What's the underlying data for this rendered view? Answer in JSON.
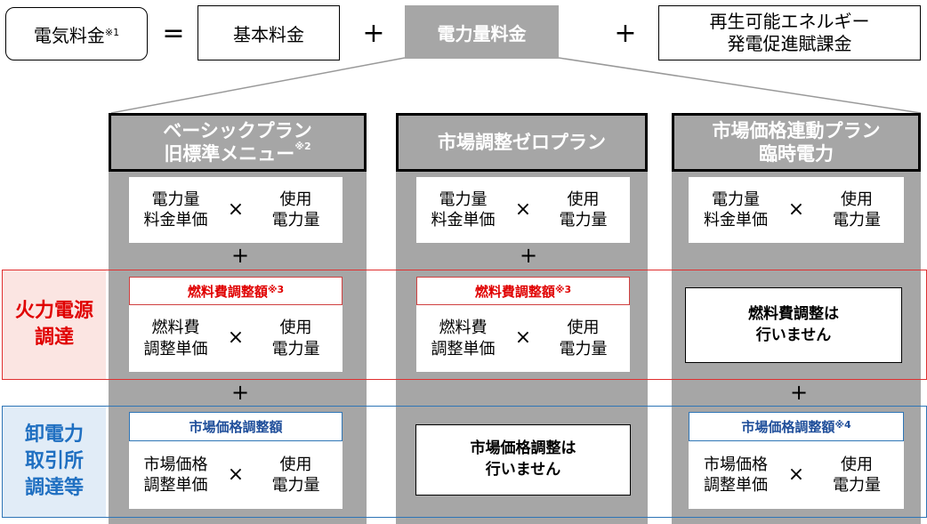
{
  "top": {
    "total": "電気料金",
    "total_sup": "※1",
    "equals": "=",
    "basic": "基本料金",
    "plus1": "+",
    "energy": "電力量料金",
    "plus2": "+",
    "renewable_line1": "再生可能エネルギー",
    "renewable_line2": "発電促進賦課金"
  },
  "rows": {
    "fuel_line1": "火力電源",
    "fuel_line2": "調達",
    "market_line1": "卸電力",
    "market_line2": "取引所",
    "market_line3": "調達等"
  },
  "columns": [
    {
      "title_line1": "ベーシックプラン",
      "title_line2": "旧標準メニュー",
      "title_sup": "※2",
      "formula": {
        "l1": "電力量",
        "l2": "料金単価",
        "x": "×",
        "r1": "使用",
        "r2": "電力量"
      },
      "plus_a": "+",
      "fuel_label": "燃料費調整額",
      "fuel_sup": "※3",
      "fuel_formula": {
        "l1": "燃料費",
        "l2": "調整単価",
        "x": "×",
        "r1": "使用",
        "r2": "電力量"
      },
      "plus_b": "+",
      "market_label": "市場価格調整額",
      "market_formula": {
        "l1": "市場価格",
        "l2": "調整単価",
        "x": "×",
        "r1": "使用",
        "r2": "電力量"
      }
    },
    {
      "title_line1": "市場調整ゼロプラン",
      "formula": {
        "l1": "電力量",
        "l2": "料金単価",
        "x": "×",
        "r1": "使用",
        "r2": "電力量"
      },
      "plus_a": "+",
      "fuel_label": "燃料費調整額",
      "fuel_sup": "※3",
      "fuel_formula": {
        "l1": "燃料費",
        "l2": "調整単価",
        "x": "×",
        "r1": "使用",
        "r2": "電力量"
      },
      "market_msg_line1": "市場価格調整は",
      "market_msg_line2": "行いません"
    },
    {
      "title_line1": "市場価格連動プラン",
      "title_line2": "臨時電力",
      "formula": {
        "l1": "電力量",
        "l2": "料金単価",
        "x": "×",
        "r1": "使用",
        "r2": "電力量"
      },
      "fuel_msg_line1": "燃料費調整は",
      "fuel_msg_line2": "行いません",
      "plus_b": "+",
      "market_label": "市場価格調整額",
      "market_sup": "※4",
      "market_formula": {
        "l1": "市場価格",
        "l2": "調整単価",
        "x": "×",
        "r1": "使用",
        "r2": "電力量"
      }
    }
  ],
  "colors": {
    "header_gray": "#a6a6a6",
    "fuel_red": "#e00000",
    "market_blue": "#1f4e9a",
    "red_border": "#e03030",
    "blue_border": "#2e75b6"
  }
}
